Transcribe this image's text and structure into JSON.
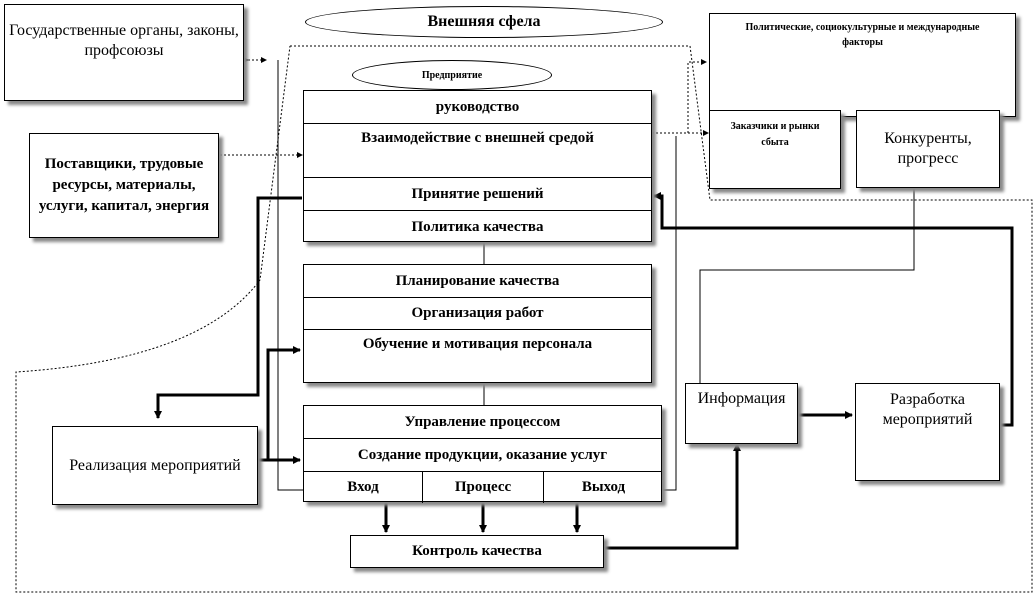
{
  "external_env": "Внешняя  сфела",
  "enterprise": "Предприятие",
  "top_left": "Государственные органы, законы, профсоюзы",
  "political": "Политические,  социокультурные и международные факторы",
  "suppliers": "Поставщики, трудовые ресурсы, материалы, услуги, капитал, энергия",
  "customers": "Заказчики и рынки сбыта",
  "competitors": "Конкуренты, прогресс",
  "mgmt": {
    "title": "руководство",
    "interaction": "Взаимодействие с внешней средой",
    "decisions": "Принятие решений",
    "policy": "Политика качества"
  },
  "planning": {
    "quality_planning": "Планирование качества",
    "organization": "Организация работ",
    "training": "Обучение и мотивация персонала"
  },
  "process": {
    "management": "Управление процессом",
    "creation": "Создание продукции, оказание услуг",
    "input": "Вход",
    "process": "Процесс",
    "output": "Выход"
  },
  "quality_control": "Контроль качества",
  "information": "Информация",
  "development": "Разработка мероприятий",
  "implementation": "Реализация мероприятий"
}
